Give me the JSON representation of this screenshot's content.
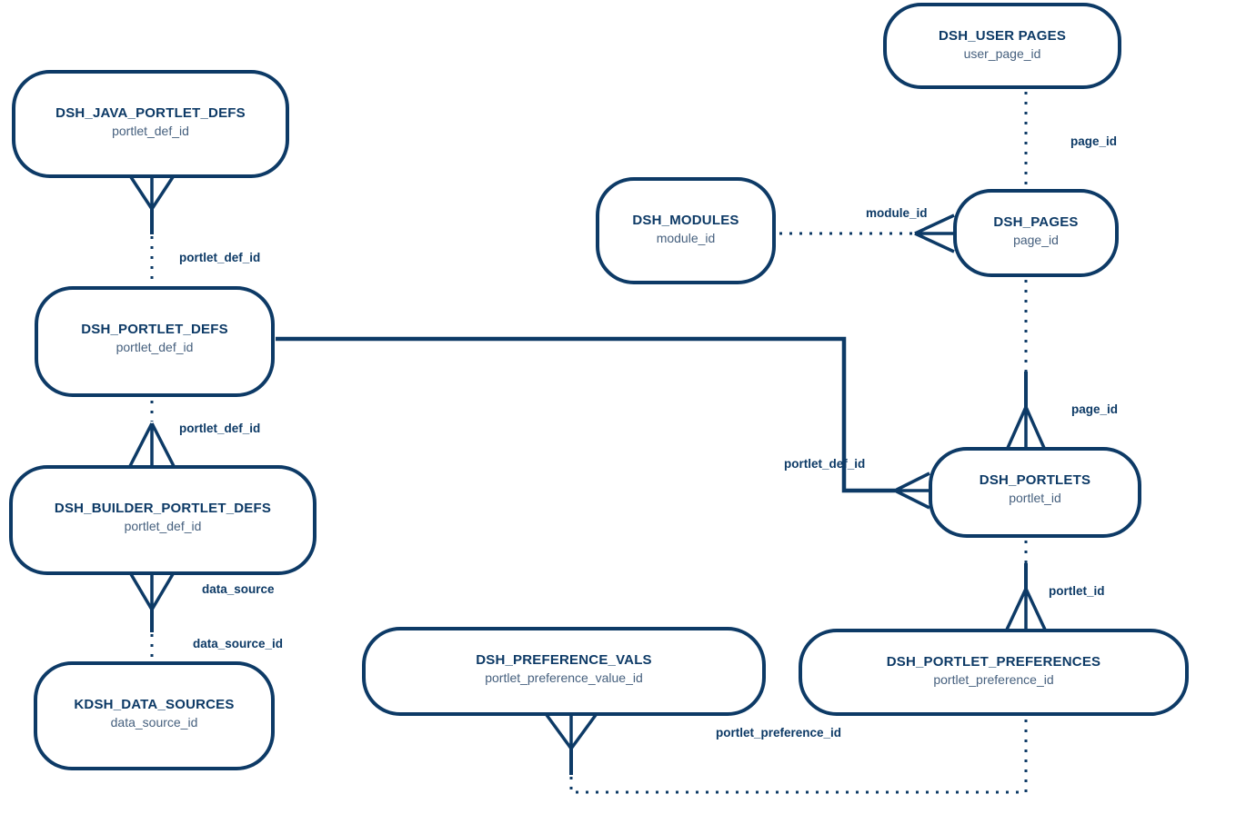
{
  "diagram": {
    "kind": "entity-relationship-diagram",
    "notation": "crow-foot",
    "colors": {
      "line": "#0d3a66",
      "entity_name_text": "#0d3a66",
      "attribute_text": "#46607e",
      "background": "#ffffff"
    },
    "entities": [
      {
        "id": "dsh_java_portlet_defs",
        "name": "DSH_JAVA_PORTLET_DEFS",
        "attr": "portlet_def_id"
      },
      {
        "id": "dsh_portlet_defs",
        "name": "DSH_PORTLET_DEFS",
        "attr": "portlet_def_id"
      },
      {
        "id": "dsh_builder_portlet_defs",
        "name": "DSH_BUILDER_PORTLET_DEFS",
        "attr": "portlet_def_id"
      },
      {
        "id": "kdsh_data_sources",
        "name": "KDSH_DATA_SOURCES",
        "attr": "data_source_id"
      },
      {
        "id": "dsh_user_pages",
        "name": "DSH_USER PAGES",
        "attr": "user_page_id"
      },
      {
        "id": "dsh_modules",
        "name": "DSH_MODULES",
        "attr": "module_id"
      },
      {
        "id": "dsh_pages",
        "name": "DSH_PAGES",
        "attr": "page_id"
      },
      {
        "id": "dsh_portlets",
        "name": "DSH_PORTLETS",
        "attr": "portlet_id"
      },
      {
        "id": "dsh_preference_vals",
        "name": "DSH_PREFERENCE_VALS",
        "attr": "portlet_preference_value_id"
      },
      {
        "id": "dsh_portlet_preferences",
        "name": "DSH_PORTLET_PREFERENCES",
        "attr": "portlet_preference_id"
      }
    ],
    "labels": [
      {
        "text": "portlet_def_id"
      },
      {
        "text": "portlet_def_id"
      },
      {
        "text": "data_source"
      },
      {
        "text": "data_source_id"
      },
      {
        "text": "page_id"
      },
      {
        "text": "module_id"
      },
      {
        "text": "page_id"
      },
      {
        "text": "portlet_def_id"
      },
      {
        "text": "portlet_id"
      },
      {
        "text": "portlet_preference_id"
      }
    ],
    "relationships": [
      {
        "from": "dsh_portlet_defs",
        "to": "dsh_java_portlet_defs",
        "label": "portlet_def_id",
        "many_end": "dsh_java_portlet_defs",
        "line": "solid-at-many, dotted-at-one"
      },
      {
        "from": "dsh_portlet_defs",
        "to": "dsh_builder_portlet_defs",
        "label": "portlet_def_id",
        "many_end": "dsh_builder_portlet_defs",
        "line": "dotted-at-one, solid-at-many"
      },
      {
        "from": "kdsh_data_sources",
        "to": "dsh_builder_portlet_defs",
        "label": "data_source / data_source_id",
        "many_end": "dsh_builder_portlet_defs",
        "line": "solid-at-many, dotted-at-one"
      },
      {
        "from": "dsh_pages",
        "to": "dsh_user_pages",
        "label": "page_id",
        "many_end": "none-shown",
        "line": "dotted"
      },
      {
        "from": "dsh_modules",
        "to": "dsh_pages",
        "label": "module_id",
        "many_end": "dsh_pages",
        "line": "dotted-at-one, solid-foot-at-many"
      },
      {
        "from": "dsh_pages",
        "to": "dsh_portlets",
        "label": "page_id",
        "many_end": "dsh_portlets",
        "line": "dotted-at-one, solid-at-many"
      },
      {
        "from": "dsh_portlet_defs",
        "to": "dsh_portlets",
        "label": "portlet_def_id",
        "many_end": "dsh_portlets",
        "line": "solid"
      },
      {
        "from": "dsh_portlets",
        "to": "dsh_portlet_preferences",
        "label": "portlet_id",
        "many_end": "dsh_portlet_preferences",
        "line": "dotted-at-one, solid-at-many"
      },
      {
        "from": "dsh_portlet_preferences",
        "to": "dsh_preference_vals",
        "label": "portlet_preference_id",
        "many_end": "dsh_preference_vals",
        "line": "solid-at-many, dotted-at-one"
      }
    ]
  }
}
